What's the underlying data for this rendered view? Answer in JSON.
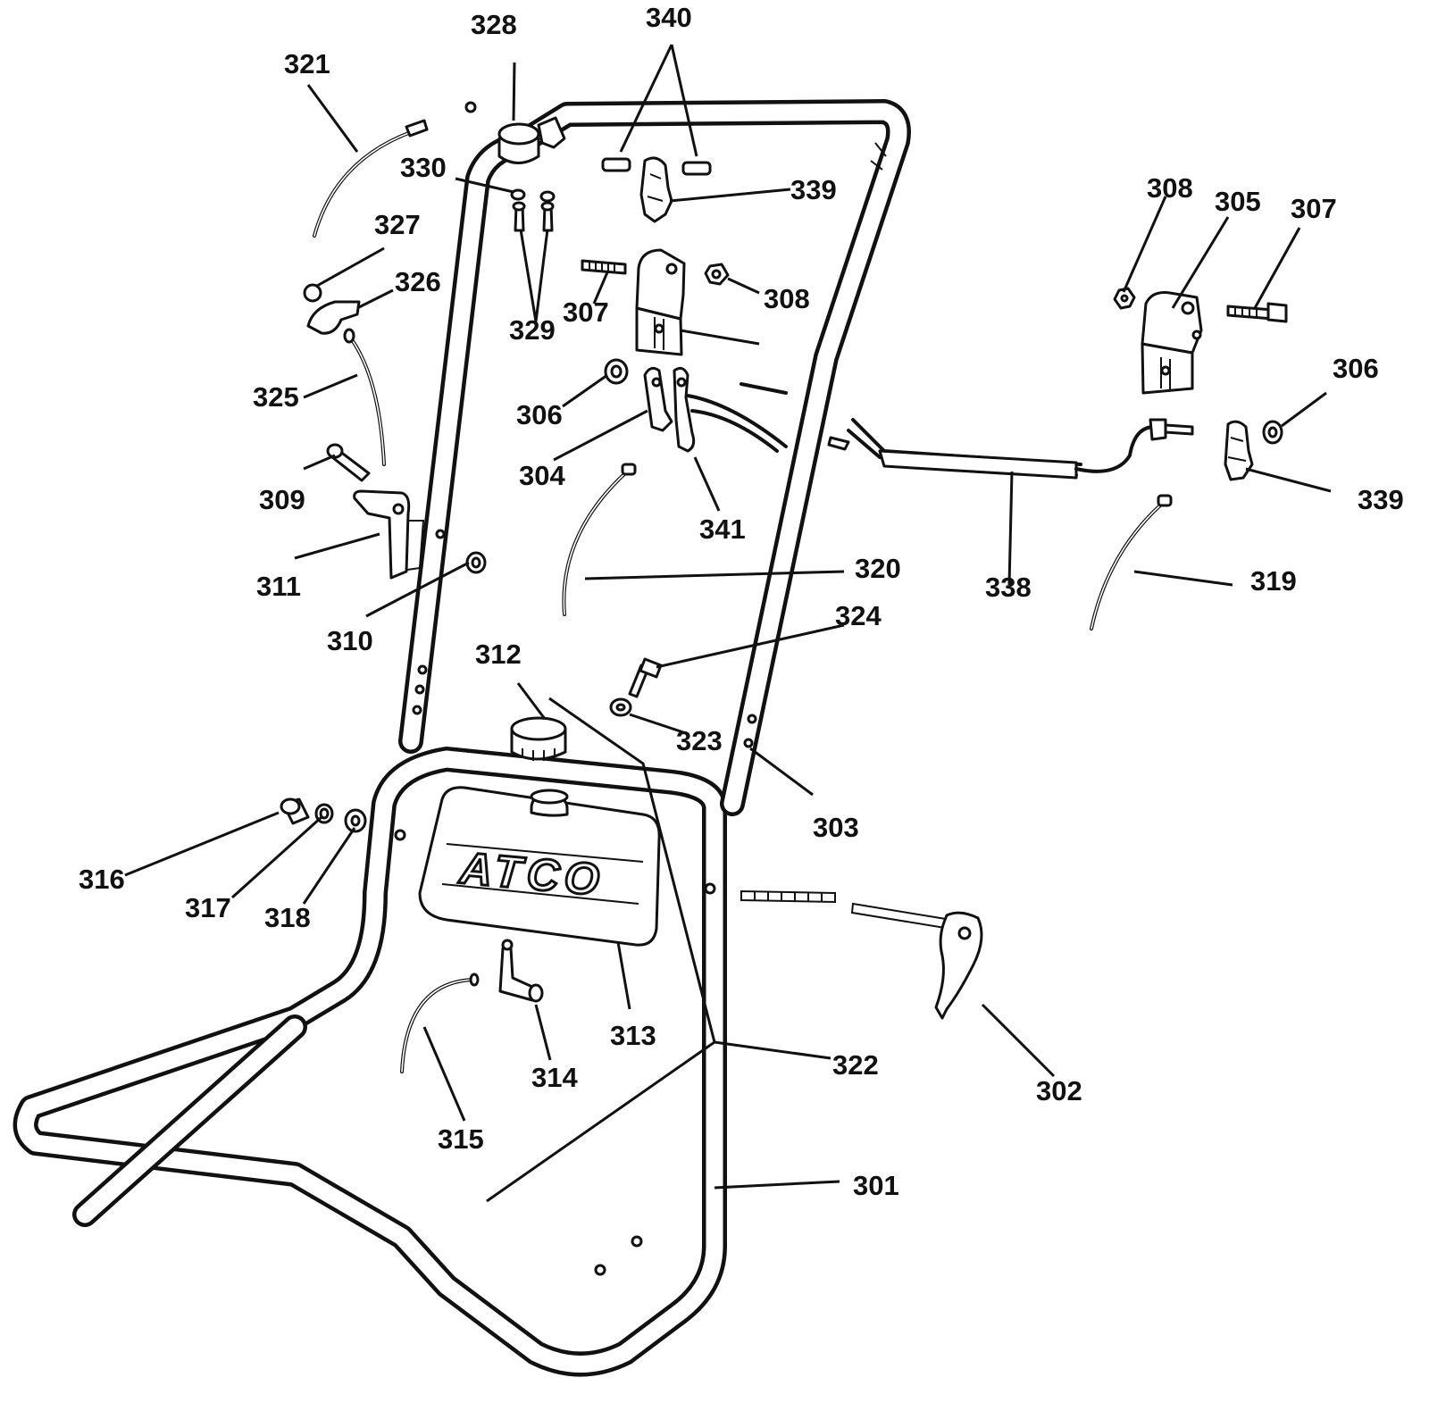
{
  "brand": {
    "logo_text": "ATCO"
  },
  "labels": {
    "l301": "301",
    "l302": "302",
    "l303": "303",
    "l304": "304",
    "l305": "305",
    "l306a": "306",
    "l306b": "306",
    "l307a": "307",
    "l307b": "307",
    "l308a": "308",
    "l308b": "308",
    "l309": "309",
    "l310": "310",
    "l311": "311",
    "l312": "312",
    "l313": "313",
    "l314": "314",
    "l315": "315",
    "l316": "316",
    "l317": "317",
    "l318": "318",
    "l319": "319",
    "l320": "320",
    "l321": "321",
    "l322": "322",
    "l323": "323",
    "l324": "324",
    "l325": "325",
    "l326": "326",
    "l327": "327",
    "l328": "328",
    "l329": "329",
    "l330": "330",
    "l338": "338",
    "l339a": "339",
    "l339b": "339",
    "l340": "340",
    "l341": "341"
  },
  "colors": {
    "ink": "#111111",
    "paper": "#ffffff"
  }
}
